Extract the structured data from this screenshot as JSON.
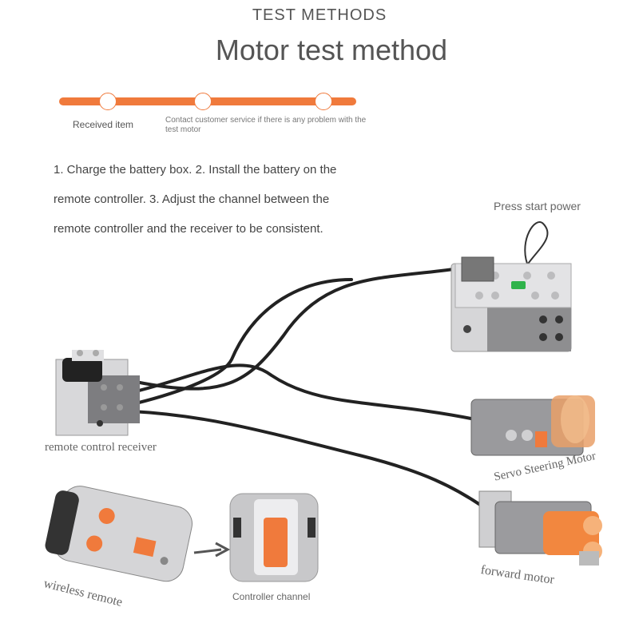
{
  "header": {
    "kicker": "TEST METHODS",
    "title": "Motor test method"
  },
  "steps": {
    "received_label": "Received item",
    "contact_note": "Contact customer service if there is any problem with the test motor"
  },
  "instructions": {
    "lines": [
      "1. Charge the battery box. 2. Install the battery on the",
      "remote controller. 3. Adjust the channel between the",
      "remote controller and the receiver to be consistent."
    ]
  },
  "labels": {
    "press_start_power": "Press start power",
    "remote_control_receiver": "remote control receiver",
    "servo_steering_motor": "Servo Steering Motor",
    "forward_motor": "forward motor",
    "wireless_remote": "wireless remote",
    "controller_channel": "Controller channel"
  },
  "colors": {
    "accent_orange": "#f07a3c",
    "brick_gray": "#a9a9ab",
    "brick_light": "#d9d9db",
    "cable_black": "#222222"
  }
}
